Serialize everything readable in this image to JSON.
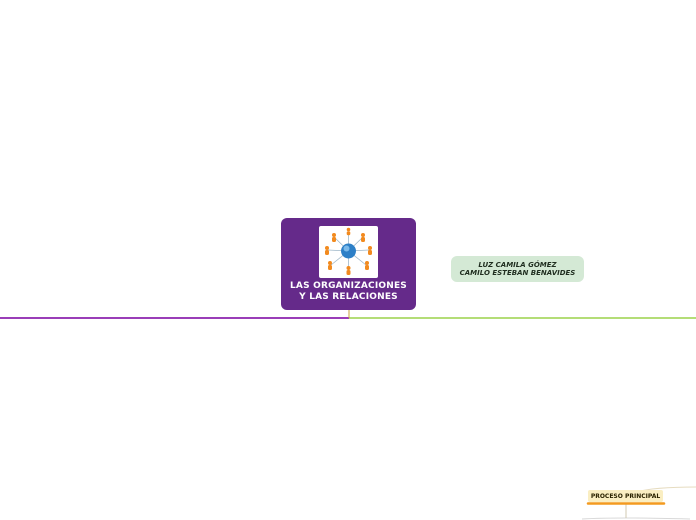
{
  "central_topic": {
    "line1": "LAS ORGANIZACIONES",
    "line2": "Y LAS RELACIONES",
    "image_icon": "organization-network-icon"
  },
  "authors": {
    "line1": "LUZ CAMILA GÓMEZ",
    "line2": "CAMILO ESTEBAN BENAVIDES"
  },
  "process_node": {
    "label": "PROCESO PRINCIPAL"
  },
  "colors": {
    "central_bg": "#652a8a",
    "left_branch": "#9a3db8",
    "right_branch": "#9bd24a",
    "authors_bg": "#d4e9d5",
    "process_bg": "#faeec2",
    "process_underline": "#f39a1f"
  }
}
